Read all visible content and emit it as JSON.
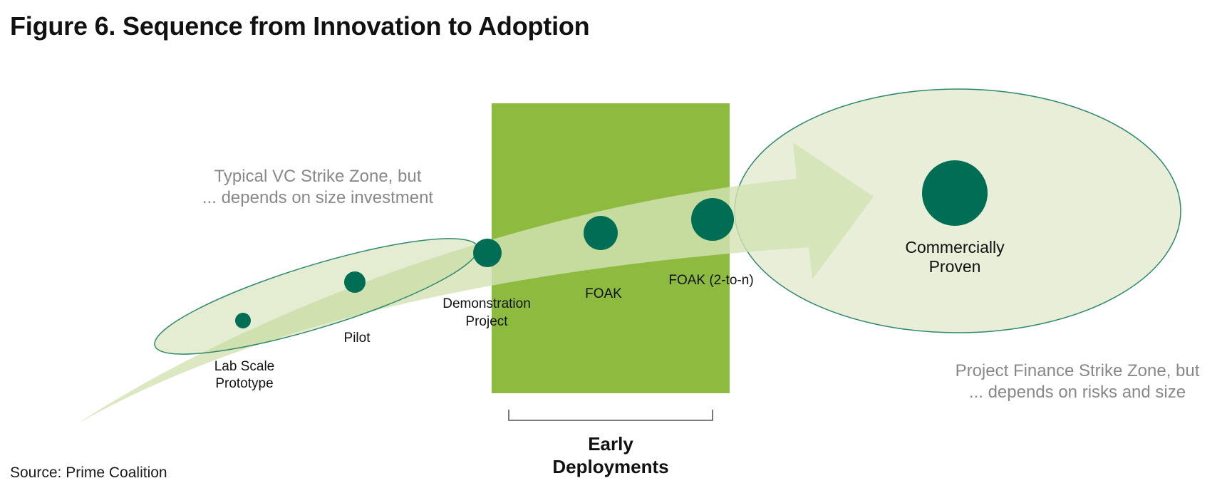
{
  "figure": {
    "title": "Figure 6. Sequence from Innovation to Adoption",
    "source": "Source: Prime Coalition"
  },
  "zones": {
    "vc_line1": "Typical VC Strike Zone, but",
    "vc_line2": "... depends on size investment",
    "pf_line1": "Project Finance Strike Zone, but",
    "pf_line2": "... depends on risks and size"
  },
  "stages": {
    "lab_line1": "Lab Scale",
    "lab_line2": "Prototype",
    "pilot": "Pilot",
    "demo_line1": "Demonstration",
    "demo_line2": "Project",
    "foak": "FOAK",
    "foak_n": "FOAK (2-to-n)",
    "proven_line1": "Commercially",
    "proven_line2": "Proven"
  },
  "early": {
    "line1": "Early",
    "line2": "Deployments"
  },
  "colors": {
    "dark_green": "#006E55",
    "box_green": "#8DBB3F",
    "pale_green": "#E8EED8",
    "arrow_green": "#C9DAA4",
    "zone_text": "#888888"
  }
}
